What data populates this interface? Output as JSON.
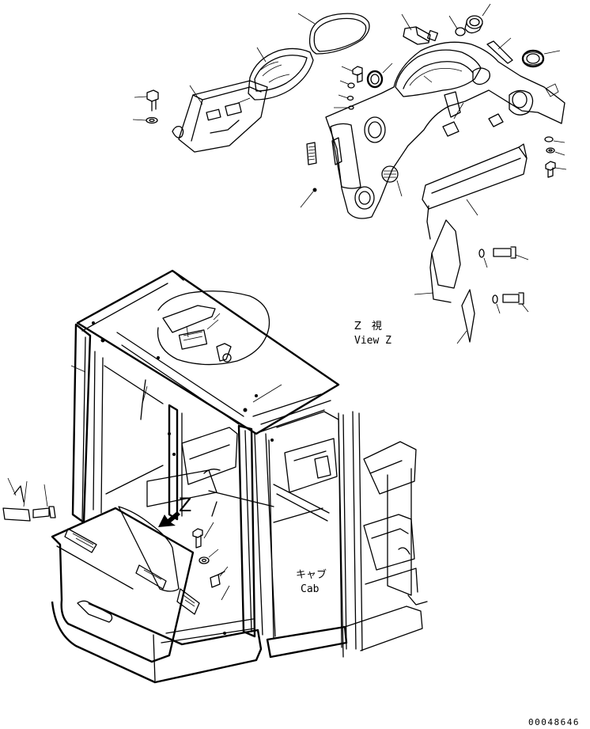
{
  "view": {
    "label_jp": "Z　視",
    "label_en": "View Z"
  },
  "cab": {
    "label_jp": "キャブ",
    "label_en": "Cab"
  },
  "arrow_label": "Z",
  "part_number": "00048646"
}
